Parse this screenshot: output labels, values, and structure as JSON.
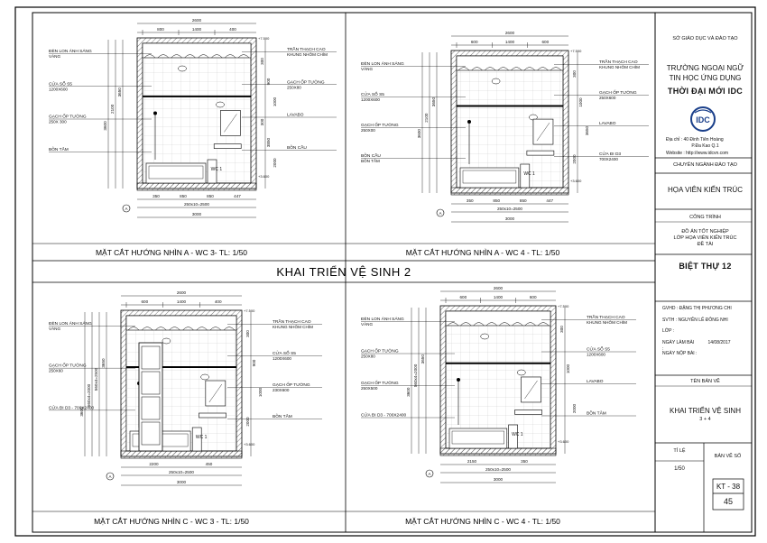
{
  "sheet": {
    "main_title": "KHAI TRIỂN VỆ SINH 2"
  },
  "panels": [
    {
      "id": "p1",
      "caption": "MẶT CẮT HƯỚNG NHÌN A - WC 3- TL: 1/50",
      "wc_tag": "WC 1",
      "top_dims": [
        "2600",
        "800",
        "1400",
        "400"
      ],
      "bottom_dims": [
        "350",
        "850",
        "850",
        "447"
      ],
      "bottom_total": "250x10=2500",
      "overall": "3000",
      "left_dims": [
        "3650",
        "2100",
        "3600"
      ],
      "right_dims": [
        "300",
        "900",
        "1000",
        "300",
        "3850",
        "2000"
      ],
      "levels": [
        "+7.500",
        "+3.600"
      ],
      "section_mark": "A",
      "labels_left": [
        {
          "t": "ĐÈN LON ÁNH SÁNG",
          "s": "VÀNG"
        },
        {
          "t": "CỬA SỔ S5",
          "s": "1200X600"
        },
        {
          "t": "GẠCH ỐP TƯỜNG",
          "s": "250X 300"
        },
        {
          "t": "BỒN TẮM",
          "s": ""
        }
      ],
      "labels_right": [
        {
          "t": "TRẦN THẠCH CAO",
          "s": "KHUNG NHÔM CHÌM"
        },
        {
          "t": "GẠCH ỐP TƯỜNG",
          "s": "250X80"
        },
        {
          "t": "LAVABO",
          "s": ""
        },
        {
          "t": "BỒN CẦU",
          "s": ""
        }
      ]
    },
    {
      "id": "p2",
      "caption": "MẶT CẮT HƯỚNG NHÌN A - WC 4 - TL: 1/50",
      "wc_tag": "WC 1",
      "top_dims": [
        "2600",
        "600",
        "1400",
        "600"
      ],
      "bottom_dims": [
        "350",
        "850",
        "850",
        "447"
      ],
      "bottom_total": "250x10=2500",
      "overall": "3000",
      "left_dims": [
        "3650",
        "2100",
        "3600"
      ],
      "right_dims": [
        "300",
        "1000",
        "3650",
        "2000"
      ],
      "levels": [
        "+7.500",
        "+3.600"
      ],
      "section_mark": "A",
      "labels_left": [
        {
          "t": "ĐÈN LON ÁNH SÁNG",
          "s": "VÀNG"
        },
        {
          "t": "CỬA SỔ S5",
          "s": "1200X600"
        },
        {
          "t": "GẠCH ỐP TƯỜNG",
          "s": "250X00"
        },
        {
          "t": "BỒN CẦU",
          "s": "BỒN TẮM"
        }
      ],
      "labels_right": [
        {
          "t": "TRẦN THẠCH CAO",
          "s": "KHUNG NHÔM CHÌM"
        },
        {
          "t": "GẠCH ỐP TƯỜNG",
          "s": "250X600"
        },
        {
          "t": "LAVABO",
          "s": ""
        },
        {
          "t": "CỬA ĐI D3",
          "s": "700X2400"
        }
      ]
    },
    {
      "id": "p3",
      "caption": "MẶT CẮT HƯỚNG NHÌN C - WC 3 - TL: 1/50",
      "wc_tag": "WC 1",
      "top_dims": [
        "2600",
        "600",
        "1400",
        "400"
      ],
      "bottom_dims": [
        "2200",
        "450"
      ],
      "bottom_total": "250x10=2500",
      "overall": "3000",
      "left_dims": [
        "3650",
        "560x4=2500",
        "560x4=2000",
        "3600"
      ],
      "right_dims": [
        "300",
        "900",
        "1000",
        "2000"
      ],
      "levels": [
        "+7.500",
        "+3.600"
      ],
      "section_mark": "A",
      "labels_left": [
        {
          "t": "ĐÈN LON ÁNH SÁNG",
          "s": "VÀNG"
        },
        {
          "t": "GẠCH ỐP TƯỜNG",
          "s": "250X60"
        },
        {
          "t": "CỬA ĐI D3 - 700X2400",
          "s": ""
        }
      ],
      "labels_right": [
        {
          "t": "TRẦN THẠCH CAO",
          "s": "KHUNG NHÔM CHÌM"
        },
        {
          "t": "CỬA SỔ S5",
          "s": "1200X600"
        },
        {
          "t": "GẠCH ỐP TƯỜNG",
          "s": "230X600"
        },
        {
          "t": "BỒN TẮM",
          "s": ""
        }
      ]
    },
    {
      "id": "p4",
      "caption": "MẶT CẮT HƯỚNG NHÌN C - WC 4 - TL: 1/50",
      "wc_tag": "WC 1",
      "top_dims": [
        "2600",
        "600",
        "1400",
        "600"
      ],
      "bottom_dims": [
        "2150",
        "350"
      ],
      "bottom_total": "250x10=2500",
      "overall": "3000",
      "left_dims": [
        "3650",
        "560x4=2000",
        "3600"
      ],
      "right_dims": [
        "300",
        "1000",
        "2000"
      ],
      "levels": [
        "+7.500",
        "+3.600"
      ],
      "section_mark": "A",
      "labels_left": [
        {
          "t": "ĐÈN LON ÁNH SÁNG",
          "s": "VÀNG"
        },
        {
          "t": "GẠCH ỐP TƯỜNG",
          "s": "250X80"
        },
        {
          "t": "GẠCH ỐP TƯỜNG",
          "s": "250X500"
        },
        {
          "t": "CỬA ĐI D3 - 700X2400",
          "s": ""
        }
      ],
      "labels_right": [
        {
          "t": "TRẦN THẠCH CAO",
          "s": "KHUNG NHÔM CHÌM"
        },
        {
          "t": "CỬA SỔ S5",
          "s": "1200X600"
        },
        {
          "t": "LAVABO",
          "s": ""
        },
        {
          "t": "BỒN TẮM",
          "s": ""
        }
      ]
    }
  ],
  "title_block": {
    "dept": "SỞ GIÁO DỤC VÀ ĐÀO TẠO",
    "school_1": "TRƯỜNG NGOẠI NGỮ",
    "school_2": "TIN HỌC ỨNG DỤNG",
    "school_3": "THỜI ĐẠI MỚI IDC",
    "logo_text": "IDC",
    "addr_1": "Địa chỉ : 40 Đinh Tiên Hoàng",
    "addr_2": "P.Đa Kao    Q.1",
    "website": "Website : http://www.idcvn.com",
    "major_head": "CHUYÊN NGÀNH ĐÀO TẠO",
    "major": "HỌA VIÊN KIẾN TRÚC",
    "project_head": "CÔNG TRÌNH",
    "project_1": "ĐỒ ÁN TỐT NGHIỆP",
    "project_2": "LỚP HỌA VIÊN KIẾN TRÚC",
    "project_3": "ĐỀ TÀI",
    "project_name": "BIỆT THỰ 12",
    "gvhd": "GVHD : ĐẶNG THỊ PHƯƠNG CHI",
    "svth": "SVTH : NGUYỄN LÊ ĐÔNG NHI",
    "lop": "LỚP :",
    "ngay_lam": "NGÀY LÀM BÀI :",
    "ngay_lam_val": "14/08/2017",
    "ngay_nop": "NGÀY NỘP BÀI :",
    "drawing_head": "TÊN BẢN VẼ",
    "drawing_1": "KHAI TRIỂN VỆ SINH",
    "drawing_2": "3 + 4",
    "scale_head": "TỈ LỆ",
    "scale": "1/50",
    "sheet_head": "BẢN VẼ SỐ",
    "sheet_no": "KT - 38",
    "sheet_num": "45"
  }
}
